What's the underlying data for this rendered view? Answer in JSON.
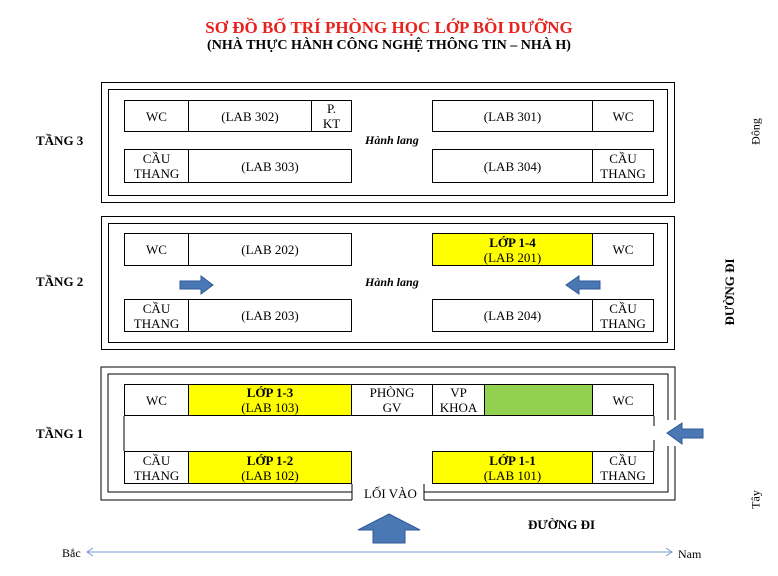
{
  "title": "SƠ ĐỒ BỐ TRÍ PHÒNG HỌC LỚP BỒI DƯỠNG",
  "subtitle": "(NHÀ THỰC HÀNH CÔNG NGHỆ THÔNG TIN – NHÀ H)",
  "floors": {
    "f3": {
      "label": "TẦNG 3",
      "hall": "Hành lang",
      "wc_left": "WC",
      "lab302": "(LAB 302)",
      "pkt": "P.\nKT",
      "lab301": "(LAB 301)",
      "wc_right": "WC",
      "stairs_left": "CẦU\nTHANG",
      "lab303": "(LAB 303)",
      "lab304": "(LAB 304)",
      "stairs_right": "CẦU\nTHANG"
    },
    "f2": {
      "label": "TẦNG 2",
      "hall": "Hành lang",
      "wc_left": "WC",
      "lab202": "(LAB 202)",
      "class_201": "LỚP 1-4",
      "lab201": "(LAB 201)",
      "wc_right": "WC",
      "stairs_left": "CẦU\nTHANG",
      "lab203": "(LAB 203)",
      "lab204": "(LAB 204)",
      "stairs_right": "CẦU\nTHANG"
    },
    "f1": {
      "label": "TẦNG 1",
      "wc_left": "WC",
      "class_103": "LỚP 1-3",
      "lab103": "(LAB 103)",
      "teacher_room": "PHÒNG\nGV",
      "faculty_office": "VP\nKHOA",
      "wc_right": "WC",
      "stairs_left": "CẦU\nTHANG",
      "class_102": "LỚP 1-2",
      "lab102": "(LAB 102)",
      "class_101": "LỚP 1-1",
      "lab101": "(LAB 101)",
      "stairs_right": "CẦU\nTHANG",
      "entrance": "LỐI VÀO"
    }
  },
  "road_south": "ĐƯỜNG ĐI",
  "road_east": "ĐƯỜNG ĐI",
  "directions": {
    "north": "Bắc",
    "south": "Nam",
    "east": "Đông",
    "west": "Tây"
  },
  "colors": {
    "title": "#e8211c",
    "class_room": "#ffff00",
    "office": "#92d050",
    "arrow": "#4a78b5"
  },
  "icons": [
    "right-arrow-icon",
    "left-arrow-icon",
    "up-arrow-icon",
    "double-arrow-icon"
  ]
}
